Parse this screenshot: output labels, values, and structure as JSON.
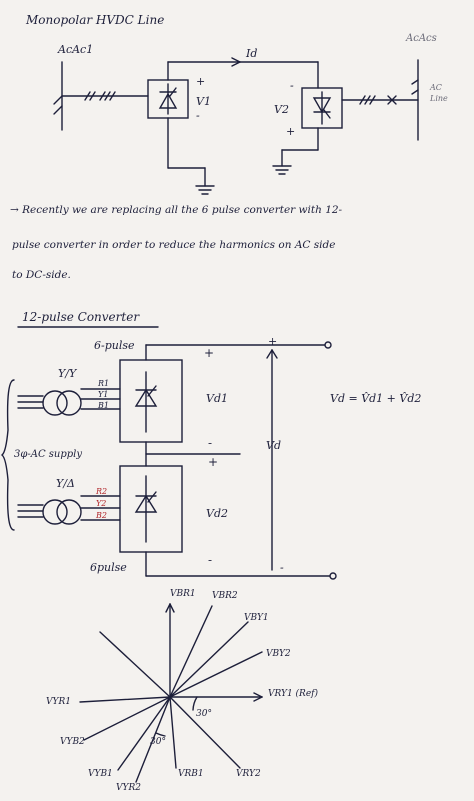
{
  "page": {
    "title": "Monopolar HVDC Line",
    "top_circuit": {
      "ac_left": "AcAc1",
      "ac_right": "AcAcs",
      "current": "Id",
      "v1": "V1",
      "v2": "V2",
      "plus": "+",
      "minus": "-",
      "ac_line_top": "AC",
      "ac_line_bottom": "Line"
    },
    "note": [
      "→ Recently we are replacing all the 6 pulse converter with 12-",
      "pulse converter in order to reduce the harmonics on AC side",
      "to DC-side."
    ],
    "heading_12pulse": "12-pulse Converter",
    "converter": {
      "label_top": "6-pulse",
      "label_bottom": "6pulse",
      "y_y": "Y/Y",
      "y_delta": "Y/Δ",
      "phases_top": [
        "R1",
        "Y1",
        "B1"
      ],
      "phases_bottom": [
        "R2",
        "Y2",
        "B2"
      ],
      "supply": "3φ-AC supply",
      "vd1": "Vd1",
      "vd2": "Vd2",
      "vd": "Vd",
      "equation": "Vd = V̂d1 + V̂d2",
      "plus": "+",
      "minus": "-"
    },
    "phasor": {
      "labels": [
        "VBR1",
        "VBR2",
        "VBY1",
        "VBY2",
        "VRY1 (Ref)",
        "VRY2",
        "VRB1",
        "VYR1",
        "VYB1",
        "VYB2",
        "VYR2"
      ],
      "angle_right": "30°",
      "angle_left": "30°"
    },
    "ink_color": "#1d1f3a",
    "paper_color": "#f4f2ef",
    "red_ink": "#b0262a"
  }
}
